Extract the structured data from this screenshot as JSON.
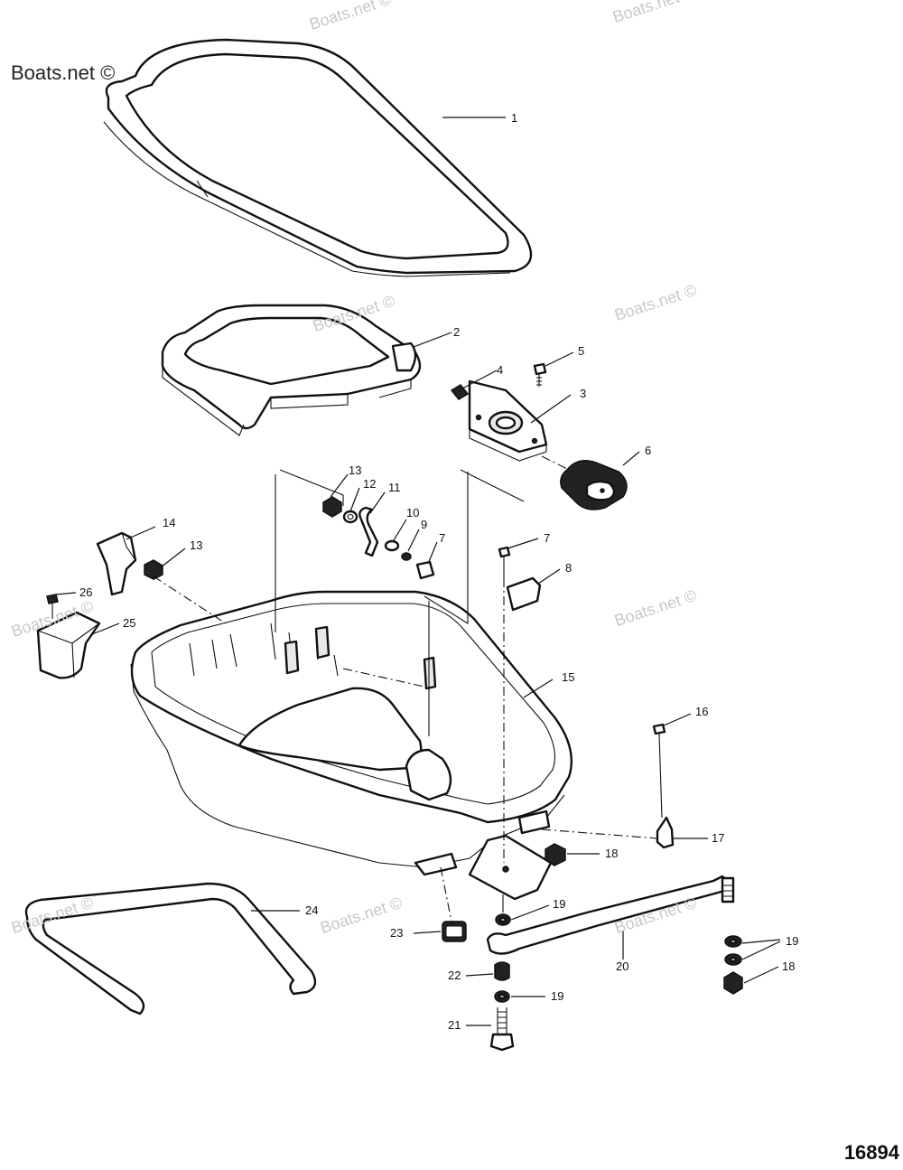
{
  "watermarks": {
    "main": "Boats.net ©",
    "faint": "Boats.net ©"
  },
  "figure_number": "16894",
  "callouts": [
    {
      "id": "c1",
      "label": "1"
    },
    {
      "id": "c2",
      "label": "2"
    },
    {
      "id": "c3",
      "label": "3"
    },
    {
      "id": "c4",
      "label": "4"
    },
    {
      "id": "c5",
      "label": "5"
    },
    {
      "id": "c6",
      "label": "6"
    },
    {
      "id": "c7a",
      "label": "7"
    },
    {
      "id": "c7b",
      "label": "7"
    },
    {
      "id": "c8",
      "label": "8"
    },
    {
      "id": "c9",
      "label": "9"
    },
    {
      "id": "c10",
      "label": "10"
    },
    {
      "id": "c11",
      "label": "11"
    },
    {
      "id": "c12",
      "label": "12"
    },
    {
      "id": "c13a",
      "label": "13"
    },
    {
      "id": "c13b",
      "label": "13"
    },
    {
      "id": "c14",
      "label": "14"
    },
    {
      "id": "c15",
      "label": "15"
    },
    {
      "id": "c16",
      "label": "16"
    },
    {
      "id": "c17",
      "label": "17"
    },
    {
      "id": "c18a",
      "label": "18"
    },
    {
      "id": "c18b",
      "label": "18"
    },
    {
      "id": "c19a",
      "label": "19"
    },
    {
      "id": "c19b",
      "label": "19"
    },
    {
      "id": "c19c",
      "label": "19"
    },
    {
      "id": "c20",
      "label": "20"
    },
    {
      "id": "c21",
      "label": "21"
    },
    {
      "id": "c22",
      "label": "22"
    },
    {
      "id": "c23",
      "label": "23"
    },
    {
      "id": "c24",
      "label": "24"
    },
    {
      "id": "c25",
      "label": "25"
    },
    {
      "id": "c26",
      "label": "26"
    }
  ]
}
